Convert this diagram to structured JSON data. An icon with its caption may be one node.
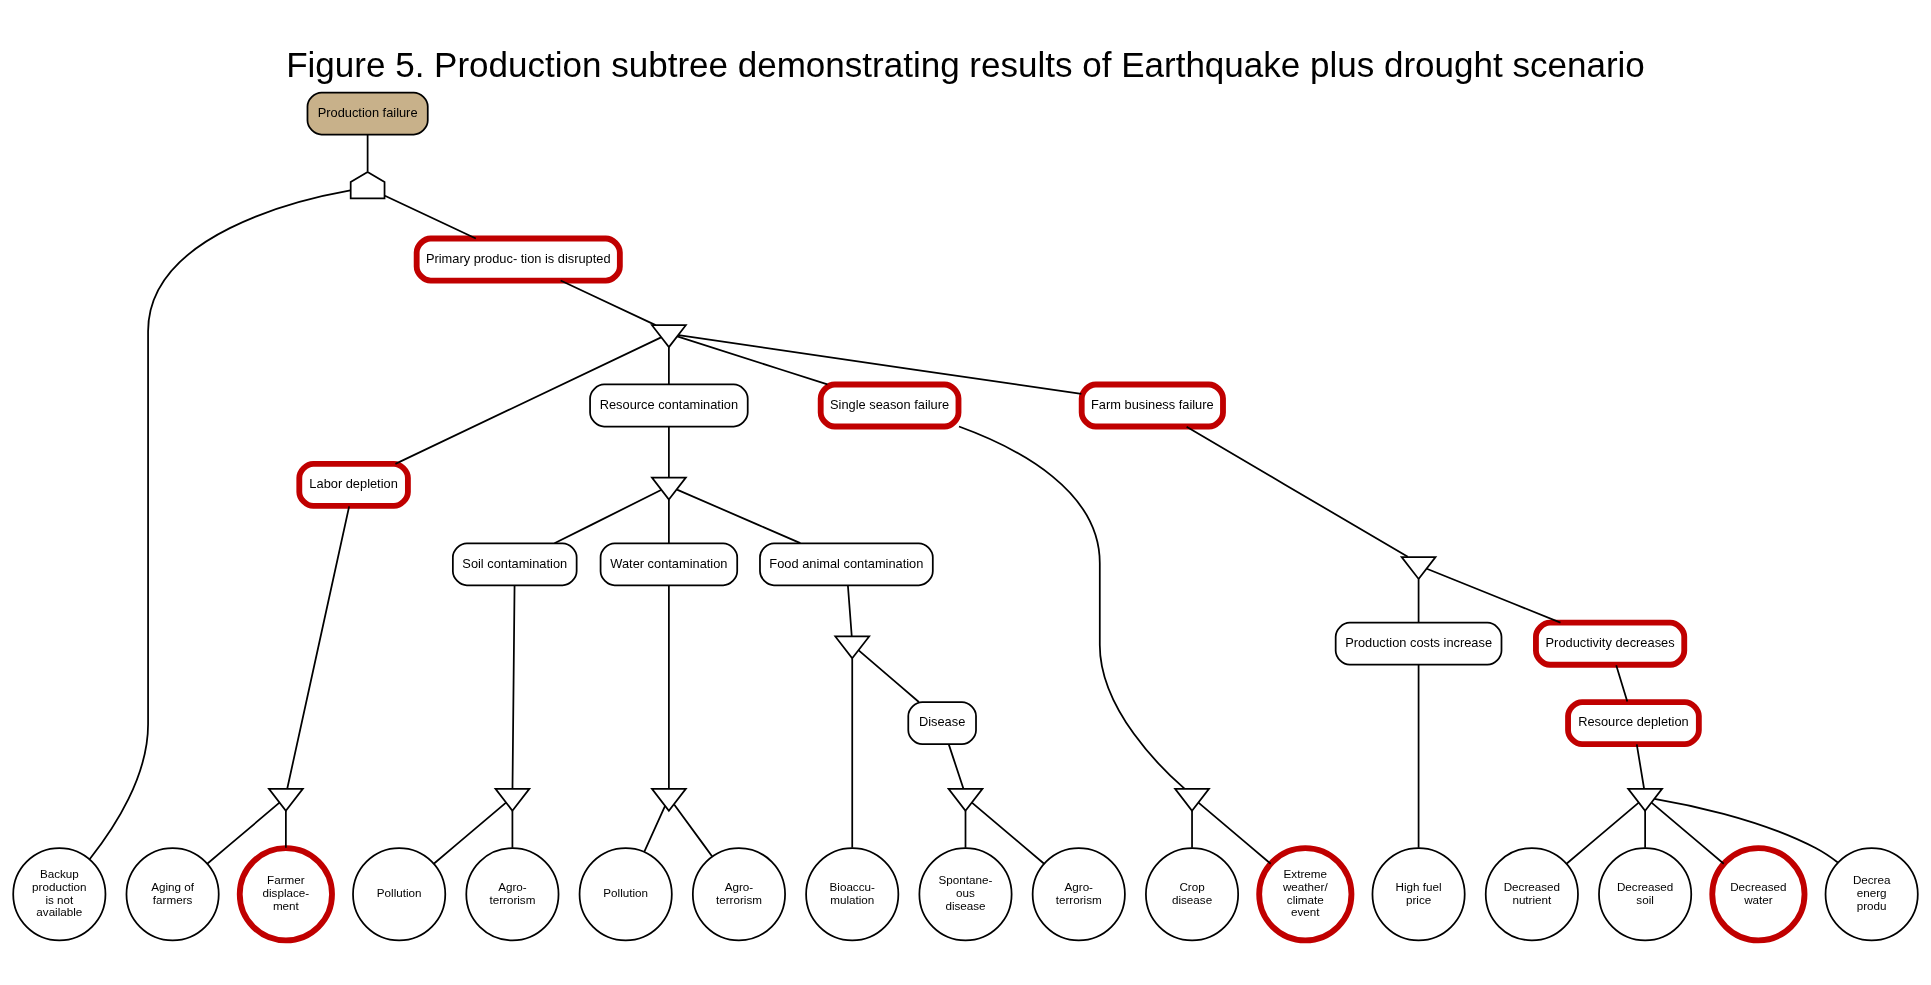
{
  "diagram": {
    "title": "Figure 5. Production subtree demonstrating results of Earthquake plus drought scenario",
    "nodes": [
      {
        "text": [
          "Production failure"
        ]
      },
      {
        "text": [],
        "shape": "and-gate"
      },
      {
        "text": [
          "Primary produc- tion is disrupted"
        ]
      },
      {
        "text": [],
        "shape": "or-gate"
      },
      {
        "text": [
          "Labor depletion"
        ]
      },
      {
        "text": [
          "Resource contamination"
        ]
      },
      {
        "text": [
          "Single season failure"
        ]
      },
      {
        "text": [
          "Farm business failure"
        ]
      },
      {
        "text": [],
        "shape": "or-gate"
      },
      {
        "text": [],
        "shape": "or-gate"
      },
      {
        "text": [],
        "shape": "or-gate"
      },
      {
        "text": [],
        "shape": "or-gate"
      },
      {
        "text": [
          "Soil contamination"
        ]
      },
      {
        "text": [
          "Water contamination"
        ]
      },
      {
        "text": [
          "Food animal contamination"
        ]
      },
      {
        "text": [
          "Production costs increase"
        ]
      },
      {
        "text": [
          "Productivity decreases"
        ]
      },
      {
        "text": [],
        "shape": "or-gate"
      },
      {
        "text": [],
        "shape": "or-gate"
      },
      {
        "text": [],
        "shape": "or-gate"
      },
      {
        "text": [
          "Resource depletion"
        ]
      },
      {
        "text": [
          "Disease"
        ]
      },
      {
        "text": [],
        "shape": "or-gate"
      },
      {
        "text": [],
        "shape": "or-gate"
      },
      {
        "text": [
          "Backup production is not available"
        ]
      },
      {
        "text": [
          "Aging of farmers"
        ]
      },
      {
        "text": [
          "Farmer displace- ment"
        ]
      },
      {
        "text": [
          "Pollution"
        ]
      },
      {
        "text": [
          "Agro- terrorism"
        ]
      },
      {
        "text": [
          "Pollution"
        ]
      },
      {
        "text": [
          "Agro- terrorism"
        ]
      },
      {
        "text": [
          "Bioaccu- mulation"
        ]
      },
      {
        "text": [
          "Spontane- ous disease"
        ]
      },
      {
        "text": [
          "Agro- terrorism"
        ]
      },
      {
        "text": [
          "Crop disease"
        ]
      },
      {
        "text": [
          "Extreme weather/ climate event"
        ]
      },
      {
        "text": [
          "High fuel price"
        ]
      },
      {
        "text": [
          "Decreased nutrient"
        ]
      },
      {
        "text": [
          "Decreased soil"
        ]
      },
      {
        "text": [
          "Decreased water"
        ]
      },
      {
        "text": [
          "Decrea energ produ"
        ]
      }
    ],
    "edges": [
      {
        "from": 0,
        "to": 1,
        "arrow": "none"
      },
      {
        "from": 1,
        "to": 24,
        "arrow": "none"
      },
      {
        "from": 1,
        "to": 2,
        "arrow": "none"
      },
      {
        "from": 2,
        "to": 3,
        "arrow": "none"
      },
      {
        "from": 3,
        "to": 4,
        "arrow": "none"
      },
      {
        "from": 3,
        "to": 5,
        "arrow": "none"
      },
      {
        "from": 3,
        "to": 6,
        "arrow": "none"
      },
      {
        "from": 3,
        "to": 7,
        "arrow": "none"
      },
      {
        "from": 4,
        "to": 8,
        "arrow": "none"
      },
      {
        "from": 5,
        "to": 9,
        "arrow": "none"
      },
      {
        "from": 6,
        "to": 10,
        "arrow": "none"
      },
      {
        "from": 7,
        "to": 11,
        "arrow": "none"
      },
      {
        "from": 8,
        "to": 25,
        "arrow": "none"
      },
      {
        "from": 8,
        "to": 26,
        "arrow": "none"
      },
      {
        "from": 9,
        "to": 12,
        "arrow": "none"
      },
      {
        "from": 9,
        "to": 13,
        "arrow": "none"
      },
      {
        "from": 9,
        "to": 14,
        "arrow": "none"
      },
      {
        "from": 10,
        "to": 34,
        "arrow": "none"
      },
      {
        "from": 10,
        "to": 35,
        "arrow": "none"
      },
      {
        "from": 11,
        "to": 15,
        "arrow": "none"
      },
      {
        "from": 11,
        "to": 16,
        "arrow": "none"
      },
      {
        "from": 12,
        "to": 17,
        "arrow": "none"
      },
      {
        "from": 13,
        "to": 18,
        "arrow": "none"
      },
      {
        "from": 14,
        "to": 19,
        "arrow": "none"
      },
      {
        "from": 15,
        "to": 36,
        "arrow": "none"
      },
      {
        "from": 16,
        "to": 20,
        "arrow": "none"
      },
      {
        "from": 17,
        "to": 27,
        "arrow": "none"
      },
      {
        "from": 17,
        "to": 28,
        "arrow": "none"
      },
      {
        "from": 18,
        "to": 29,
        "arrow": "none"
      },
      {
        "from": 18,
        "to": 30,
        "arrow": "none"
      },
      {
        "from": 19,
        "to": 31,
        "arrow": "none"
      },
      {
        "from": 19,
        "to": 21,
        "arrow": "none"
      },
      {
        "from": 20,
        "to": 22,
        "arrow": "none"
      },
      {
        "from": 21,
        "to": 23,
        "arrow": "none"
      },
      {
        "from": 22,
        "to": 37,
        "arrow": "none"
      },
      {
        "from": 22,
        "to": 38,
        "arrow": "none"
      },
      {
        "from": 22,
        "to": 39,
        "arrow": "none"
      },
      {
        "from": 22,
        "to": 40,
        "arrow": "none"
      },
      {
        "from": 23,
        "to": 32,
        "arrow": "none"
      },
      {
        "from": 23,
        "to": 33,
        "arrow": "none"
      }
    ]
  }
}
